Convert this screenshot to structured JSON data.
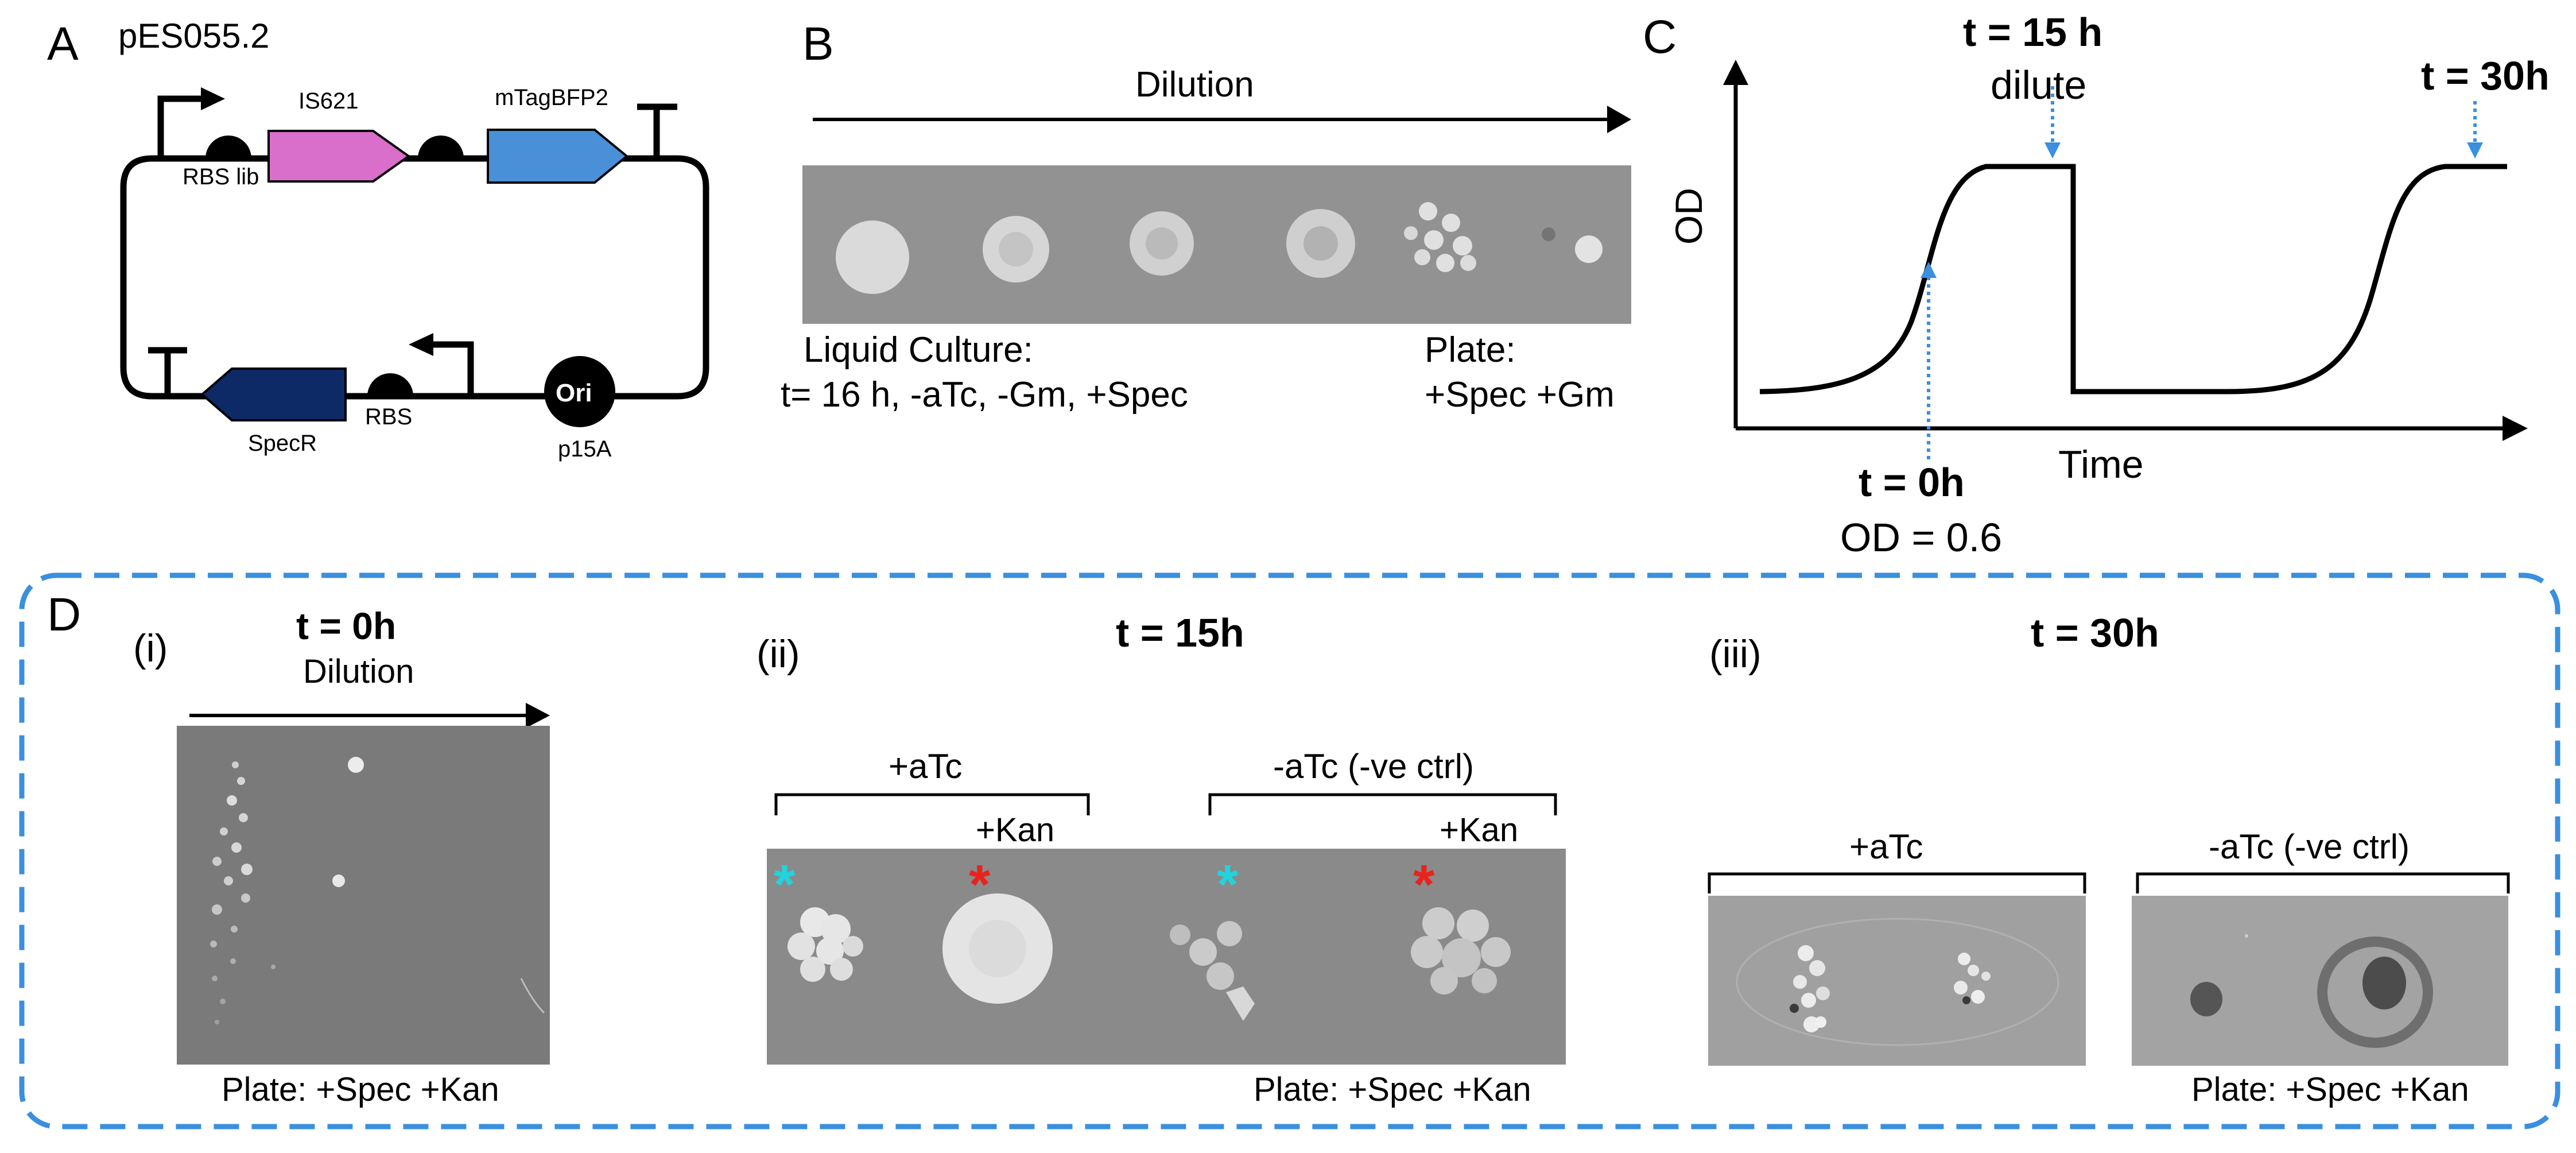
{
  "panel_a": {
    "letter": "A",
    "plasmid_name": "pES055.2",
    "rbs_lib": "RBS lib",
    "is621": "IS621",
    "mtagbfp2": "mTagBFP2",
    "specr": "SpecR",
    "rbs": "RBS",
    "ori": "Ori",
    "p15a": "p15A",
    "colors": {
      "is621": "#d96ecb",
      "mtagbfp2": "#4a90d9",
      "specr": "#0d2a66"
    }
  },
  "panel_b": {
    "letter": "B",
    "dilution": "Dilution",
    "liquid_culture": "Liquid Culture:",
    "liquid_conditions": "t= 16 h, -aTc, -Gm, +Spec",
    "plate": "Plate:",
    "plate_conditions": "+Spec +Gm"
  },
  "panel_c": {
    "letter": "C",
    "y_axis": "OD",
    "x_axis": "Time",
    "t15": "t = 15 h",
    "dilute": "dilute",
    "t30": "t = 30h",
    "t0": "t = 0h",
    "od": "OD = 0.6",
    "arrow_color": "#3a8fdf"
  },
  "panel_d": {
    "letter": "D",
    "border_color": "#3a8fdf",
    "sub_i": {
      "label": "(i)",
      "time": "t = 0h",
      "dilution": "Dilution",
      "plate": "Plate: +Spec +Kan"
    },
    "sub_ii": {
      "label": "(ii)",
      "time": "t = 15h",
      "atc": "+aTc",
      "neg_ctrl": "-aTc (-ve ctrl)",
      "kan1": "+Kan",
      "kan2": "+Kan",
      "plate": "Plate: +Spec +Kan",
      "star_cyan": "#22d3dd",
      "star_red": "#e8231e"
    },
    "sub_iii": {
      "label": "(iii)",
      "time": "t = 30h",
      "atc": "+aTc",
      "neg_ctrl": "-aTc (-ve ctrl)",
      "plate": "Plate: +Spec +Kan"
    }
  }
}
